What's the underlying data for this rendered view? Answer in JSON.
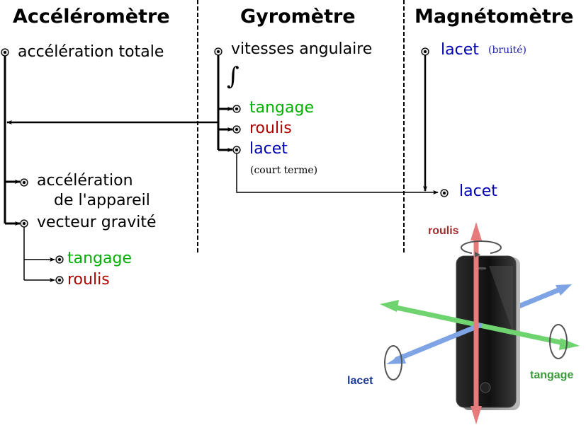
{
  "columns": {
    "accelerometer": {
      "title": "Accéléromètre",
      "source": "accélération totale",
      "outputs": {
        "device_acceleration_line1": "accélération",
        "device_acceleration_line2": "de l'appareil",
        "gravity": "vecteur gravité",
        "pitch": "tangage",
        "roll": "roulis"
      }
    },
    "gyroscope": {
      "title": "Gyromètre",
      "source": "vitesses angulaire",
      "integral_symbol": "∫",
      "outputs": {
        "pitch": "tangage",
        "roll": "roulis",
        "yaw": "lacet",
        "yaw_note": "(court terme)"
      }
    },
    "magnetometer": {
      "title": "Magnétomètre",
      "source": "lacet",
      "source_note": "(bruité)",
      "output": "lacet"
    }
  },
  "phone_figure": {
    "roll_label": "roulis",
    "pitch_label": "tangage",
    "yaw_label": "lacet"
  },
  "colors": {
    "pitch": "#00b000",
    "roll": "#b00000",
    "yaw": "#0000b0",
    "axis_roll": "#e77a7a",
    "axis_pitch": "#6fd36f",
    "axis_yaw": "#7fa4e6"
  }
}
